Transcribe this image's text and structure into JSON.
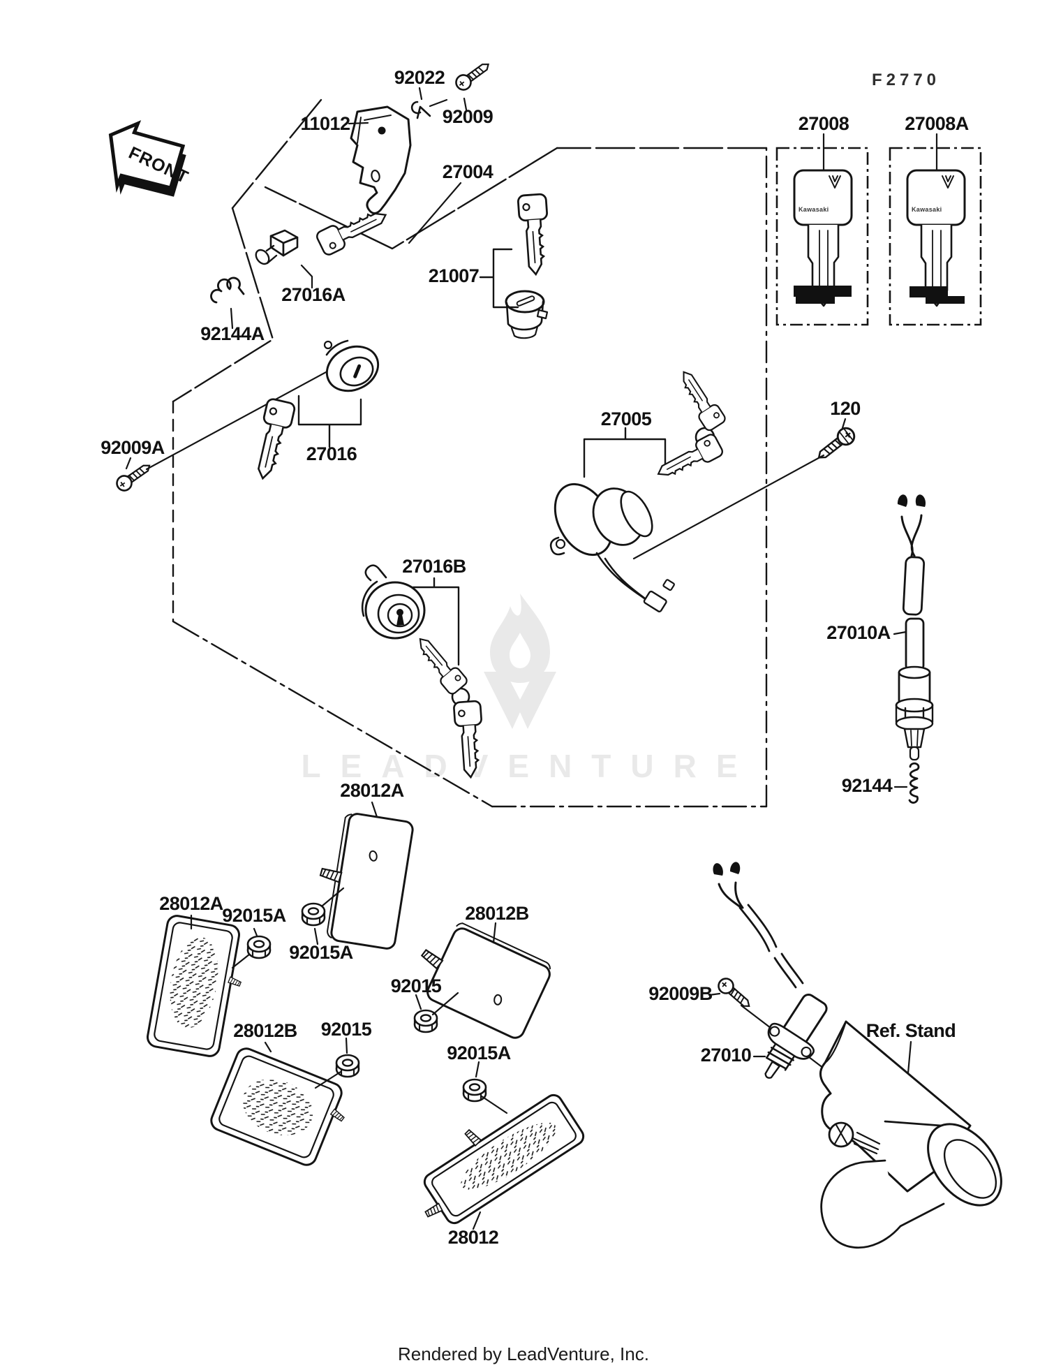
{
  "figure": {
    "code": "F2770",
    "front_marker": "FRONT",
    "watermark": "LEADVENTURE",
    "footer": "Rendered by LeadVenture, Inc.",
    "key_brand": "Kawasaki"
  },
  "colors": {
    "line": "#141414",
    "watermark": "#e9e9e9",
    "background": "#ffffff"
  },
  "part_labels": [
    {
      "id": "92022",
      "text": "92022"
    },
    {
      "id": "92009",
      "text": "92009"
    },
    {
      "id": "11012",
      "text": "11012"
    },
    {
      "id": "27004",
      "text": "27004"
    },
    {
      "id": "27016A",
      "text": "27016A"
    },
    {
      "id": "92144A",
      "text": "92144A"
    },
    {
      "id": "92009A",
      "text": "92009A"
    },
    {
      "id": "27016",
      "text": "27016"
    },
    {
      "id": "21007",
      "text": "21007"
    },
    {
      "id": "27005",
      "text": "27005"
    },
    {
      "id": "120",
      "text": "120"
    },
    {
      "id": "27008",
      "text": "27008"
    },
    {
      "id": "27008A",
      "text": "27008A"
    },
    {
      "id": "27016B",
      "text": "27016B"
    },
    {
      "id": "27010A",
      "text": "27010A"
    },
    {
      "id": "92144",
      "text": "92144"
    },
    {
      "id": "28012A-top",
      "text": "28012A"
    },
    {
      "id": "28012A-left",
      "text": "28012A"
    },
    {
      "id": "92015A-1",
      "text": "92015A"
    },
    {
      "id": "92015A-2",
      "text": "92015A"
    },
    {
      "id": "28012B-right",
      "text": "28012B"
    },
    {
      "id": "92015-1",
      "text": "92015"
    },
    {
      "id": "28012B-left",
      "text": "28012B"
    },
    {
      "id": "92015-2",
      "text": "92015"
    },
    {
      "id": "92015A-3",
      "text": "92015A"
    },
    {
      "id": "28012",
      "text": "28012"
    },
    {
      "id": "92009B",
      "text": "92009B"
    },
    {
      "id": "27010",
      "text": "27010"
    },
    {
      "id": "ref-stand",
      "text": "Ref. Stand"
    }
  ]
}
